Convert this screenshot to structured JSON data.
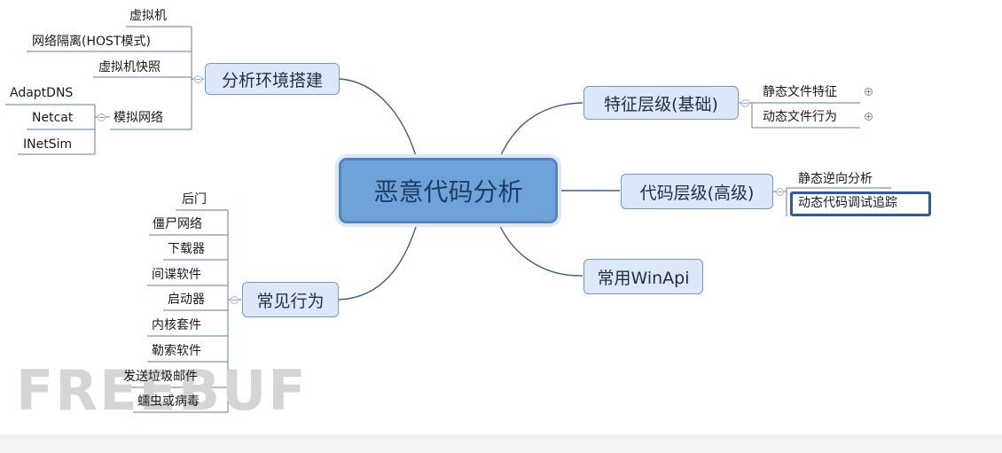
{
  "root": {
    "label": "恶意代码分析"
  },
  "branches": {
    "env": {
      "label": "分析环境搭建",
      "items": [
        "虚拟机",
        "网络隔离(HOST模式)",
        "虚拟机快照",
        "模拟网络"
      ],
      "sub": [
        "AdaptDNS",
        "Netcat",
        "INetSim"
      ]
    },
    "feature": {
      "label": "特征层级(基础)",
      "items": [
        "静态文件特征",
        "动态文件行为"
      ]
    },
    "code": {
      "label": "代码层级(高级)",
      "items": [
        "静态逆向分析",
        "动态代码调试追踪"
      ]
    },
    "winapi": {
      "label": "常用WinApi"
    },
    "behavior": {
      "label": "常见行为",
      "items": [
        "后门",
        "僵尸网络",
        "下载器",
        "间谍软件",
        "启动器",
        "内核套件",
        "勒索软件",
        "发送垃圾邮件",
        "蠕虫或病毒"
      ]
    }
  },
  "watermark": "FREEBUF",
  "colors": {
    "root_fill": "#6ea2d8",
    "branch_fill": "#dce8f7",
    "line": "#3f5f82"
  }
}
